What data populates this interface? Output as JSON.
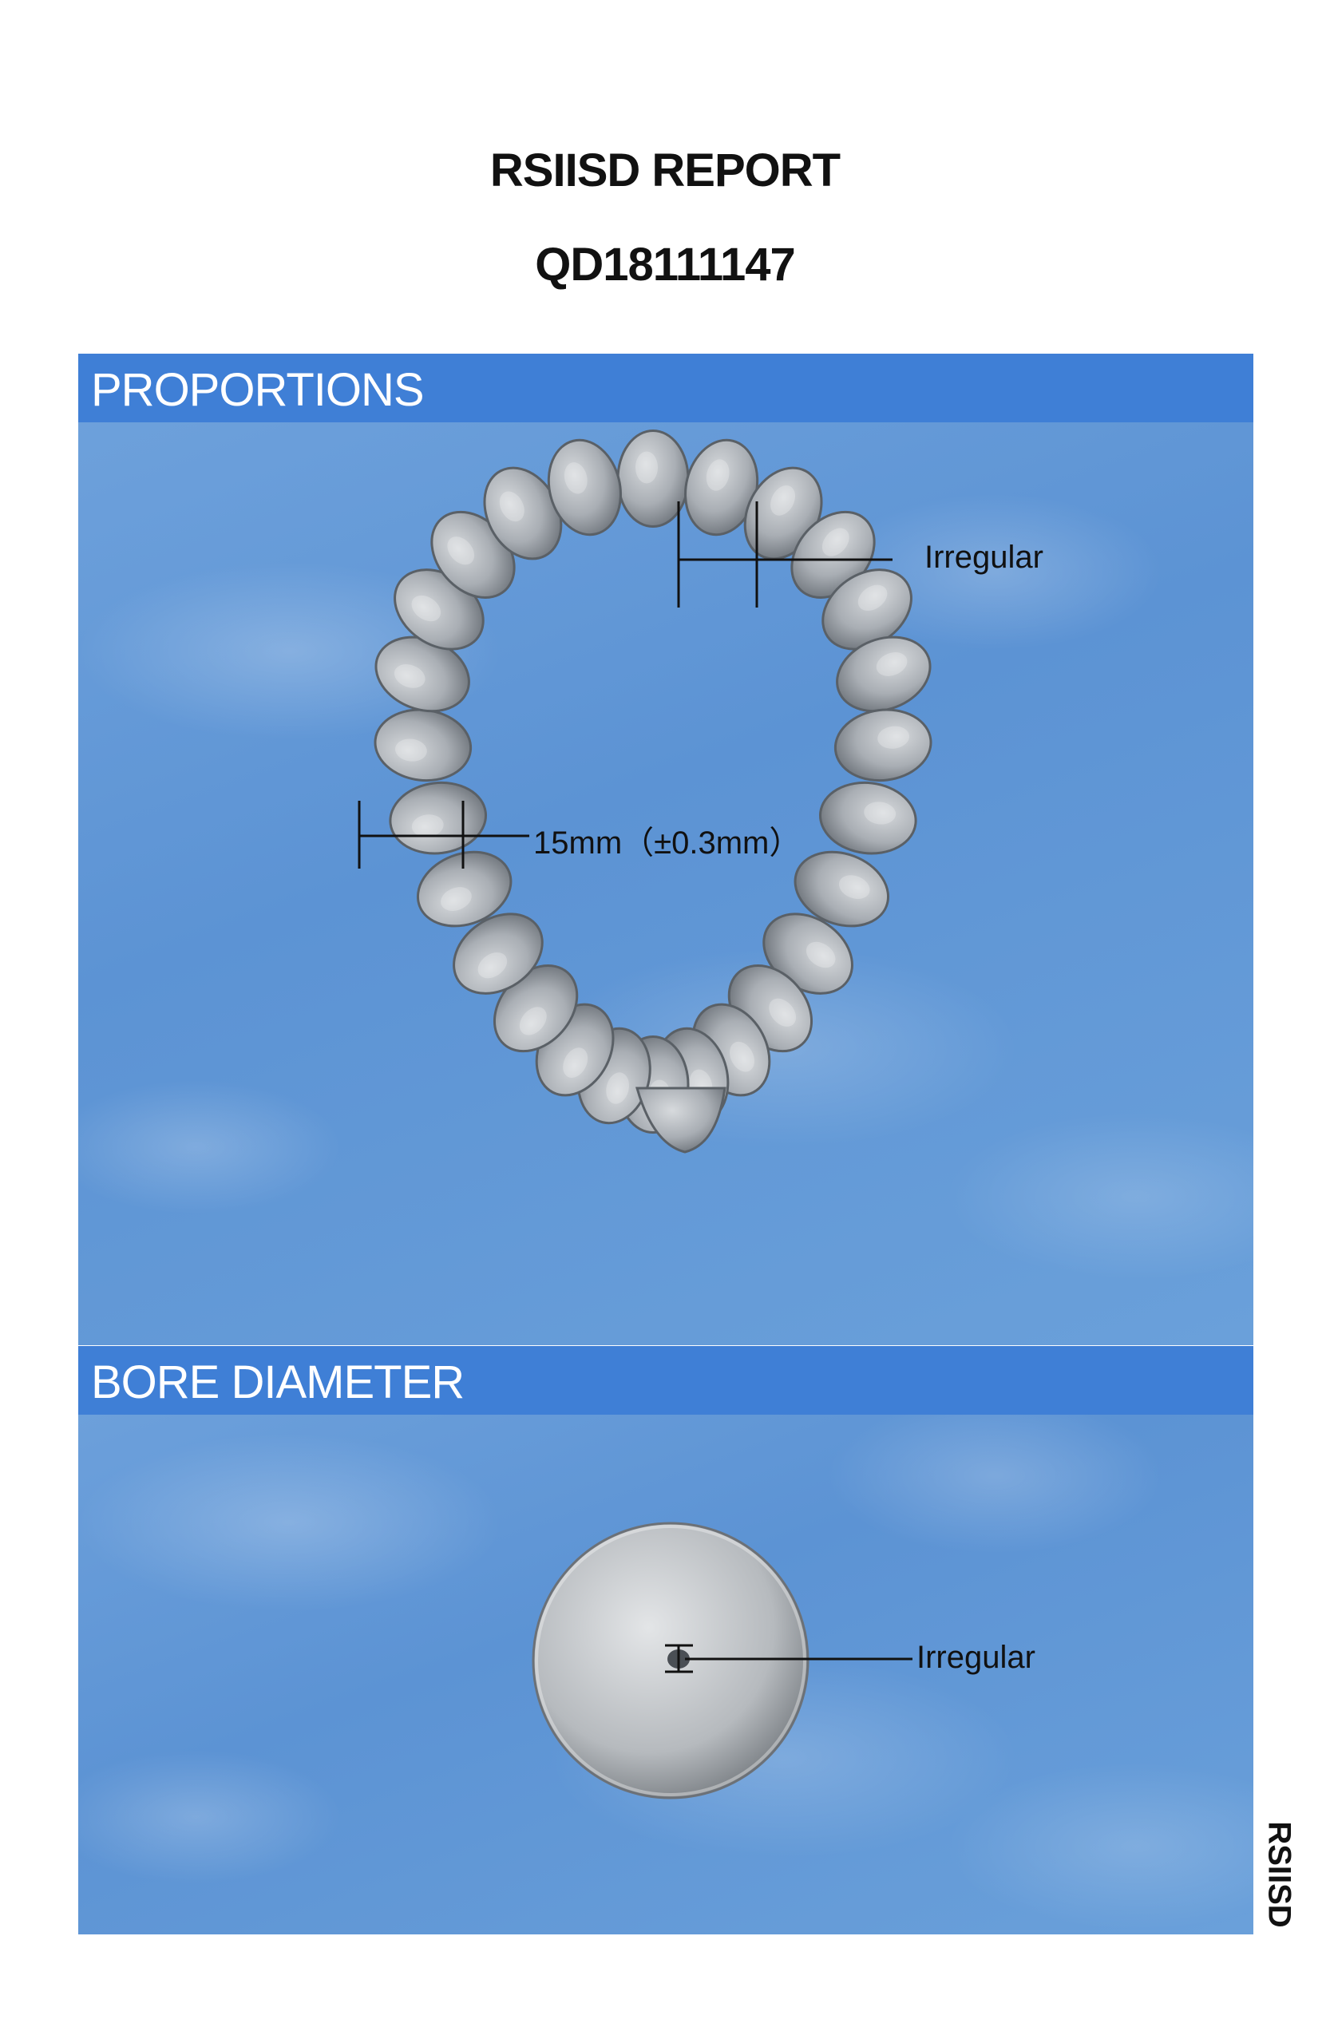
{
  "header": {
    "title": "RSIISD REPORT",
    "code": "QD18111147"
  },
  "sections": {
    "proportions": {
      "title": "PROPORTIONS",
      "annotation_top": "Irregular",
      "annotation_left": "15mm（±0.3mm）"
    },
    "bore_diameter": {
      "title": "BORE DIAMETER",
      "annotation": "Irregular"
    }
  },
  "side_mark": "RSIISD",
  "colors": {
    "header_bar": "#3f7fd6",
    "background": "#6aa0da",
    "bead": "#aab0b6"
  }
}
